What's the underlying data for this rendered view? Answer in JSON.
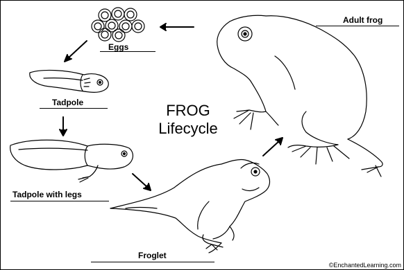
{
  "title": {
    "line1": "FROG",
    "line2": "Lifecycle"
  },
  "stages": {
    "eggs": "Eggs",
    "tadpole": "Tadpole",
    "tadpole_with_legs": "Tadpole with legs",
    "froglet": "Froglet",
    "adult_frog": "Adult frog"
  },
  "credit": "©EnchantedLearning.com",
  "colors": {
    "ink": "#000000",
    "background": "#ffffff"
  }
}
